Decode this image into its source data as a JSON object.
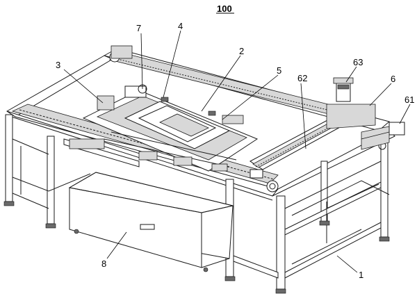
{
  "figure": {
    "number": "100"
  },
  "labels": [
    {
      "id": "l1",
      "text": "1"
    },
    {
      "id": "l2",
      "text": "2"
    },
    {
      "id": "l3",
      "text": "3"
    },
    {
      "id": "l4",
      "text": "4"
    },
    {
      "id": "l5",
      "text": "5"
    },
    {
      "id": "l6",
      "text": "6"
    },
    {
      "id": "l7",
      "text": "7"
    },
    {
      "id": "l8",
      "text": "8"
    },
    {
      "id": "l61",
      "text": "61"
    },
    {
      "id": "l62",
      "text": "62"
    },
    {
      "id": "l63",
      "text": "63"
    }
  ]
}
